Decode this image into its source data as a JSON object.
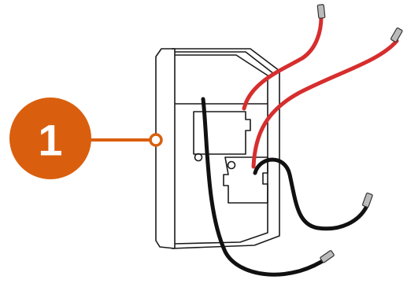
{
  "callout": {
    "number": "1",
    "badge_color": "#D95F0E",
    "number_color": "#ffffff"
  },
  "colors": {
    "outline": "#1a1a1a",
    "wire_hot": "#D62E2E",
    "wire_neutral": "#111111",
    "background": "#ffffff"
  },
  "parts": {
    "device": "wall-switch-housing",
    "terminal_plates": 2,
    "red_wires": 2,
    "black_wires": 2
  }
}
